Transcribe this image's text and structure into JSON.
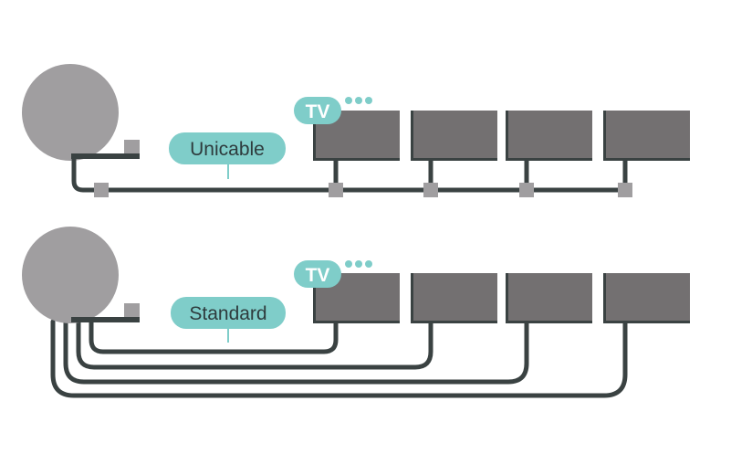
{
  "diagrams": [
    {
      "id": "unicable",
      "label": "Unicable",
      "tv_badge": "TV",
      "receivers": 4
    },
    {
      "id": "standard",
      "label": "Standard",
      "tv_badge": "TV",
      "receivers": 4
    }
  ],
  "colors": {
    "dish": "#a09ea0",
    "receiver_body": "#737071",
    "receiver_shadow": "#3a4242",
    "cable": "#3a4242",
    "splitter": "#a09ea0",
    "label_bg": "#7fcdc9",
    "label_text": "#2e3b3d",
    "badge_text": "#ffffff"
  }
}
